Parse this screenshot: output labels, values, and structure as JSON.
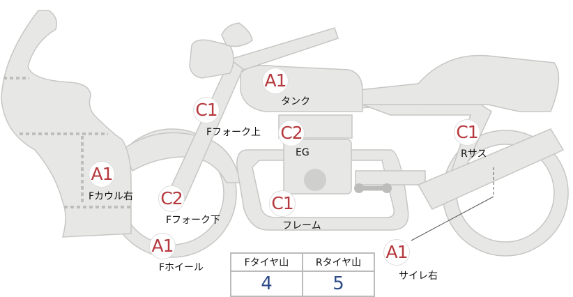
{
  "parts": [
    {
      "grade": "A1",
      "label": "タンク"
    },
    {
      "grade": "C1",
      "label": "Fフォーク上"
    },
    {
      "grade": "C2",
      "label": "EG"
    },
    {
      "grade": "C1",
      "label": "Rサス"
    },
    {
      "grade": "A1",
      "label": "Fカウル右"
    },
    {
      "grade": "C2",
      "label": "Fフォーク下"
    },
    {
      "grade": "C1",
      "label": "フレーム"
    },
    {
      "grade": "A1",
      "label": "Fホイール"
    },
    {
      "grade": "A1",
      "label": "サイレ右"
    }
  ],
  "tire_table": {
    "headers": [
      "Fタイヤ山",
      "Rタイヤ山"
    ],
    "values": [
      "4",
      "5"
    ]
  },
  "colors": {
    "grade": "#b5383c",
    "value": "#2c4a86",
    "part_fill": "#e7e7e5"
  }
}
